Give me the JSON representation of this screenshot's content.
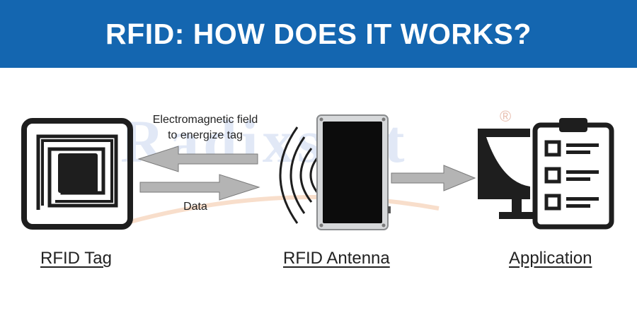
{
  "header": {
    "title": "RFID: HOW DOES IT WORKS?"
  },
  "labels": {
    "tag": "RFID Tag",
    "antenna": "RFID Antenna",
    "application": "Application"
  },
  "arrows": {
    "energize_line1": "Electromagnetic field",
    "energize_line2": "to energize tag",
    "data": "Data"
  },
  "watermark": {
    "text": "Radixsoft",
    "mark": "®"
  },
  "colors": {
    "header_bg": "#1466b0",
    "arrow_fill": "#b4b4b4",
    "icon": "#1e1e1e"
  },
  "icons": [
    "rfid-tag-icon",
    "rfid-antenna-icon",
    "computer-monitor-icon",
    "clipboard-checklist-icon"
  ]
}
